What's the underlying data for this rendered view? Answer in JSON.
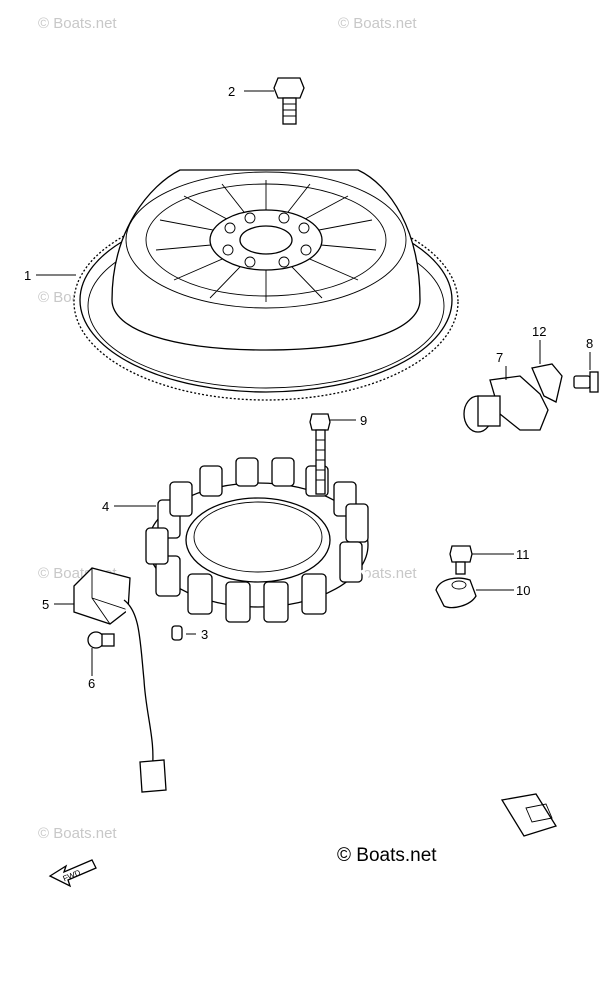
{
  "watermark": "© Boats.net",
  "copyright": "© Boats.net",
  "fwd_label": "FWD",
  "callouts": {
    "c1": "1",
    "c2": "2",
    "c3": "3",
    "c4": "4",
    "c5": "5",
    "c6": "6",
    "c7": "7",
    "c8": "8",
    "c9": "9",
    "c10": "10",
    "c11": "11",
    "c12": "12"
  }
}
